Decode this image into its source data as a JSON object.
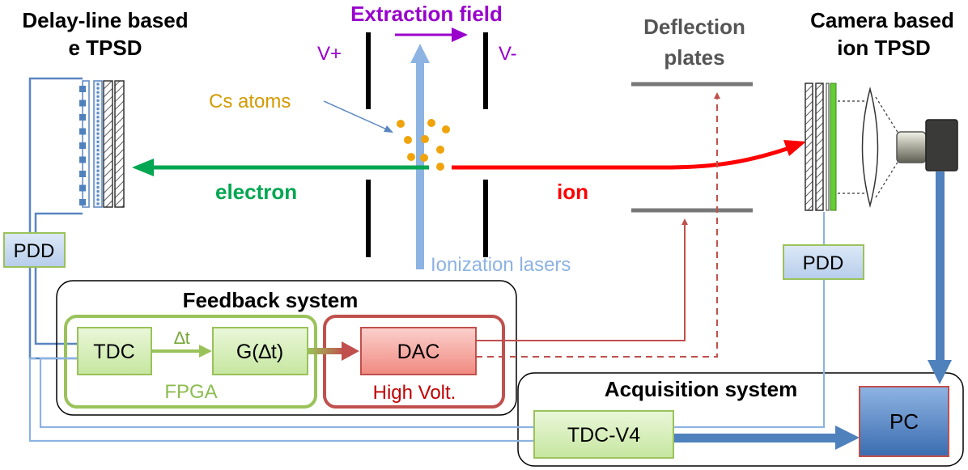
{
  "titles": {
    "electron_detector_line1": "Delay-line based",
    "electron_detector_line2": "e TPSD",
    "extraction_field": "Extraction field",
    "deflection_line1": "Deflection",
    "deflection_line2": "plates",
    "ion_detector_line1": "Camera based",
    "ion_detector_line2": "ion TPSD"
  },
  "labels": {
    "v_plus": "V+",
    "v_minus": "V-",
    "cs_atoms": "Cs atoms",
    "electron": "electron",
    "ion": "ion",
    "ionization_lasers": "Ionization lasers",
    "pdd_left": "PDD",
    "pdd_right": "PDD"
  },
  "feedback": {
    "title": "Feedback system",
    "tdc": "TDC",
    "delta_t": "∆t",
    "g": "G(∆t)",
    "fpga": "FPGA",
    "dac": "DAC",
    "high_volt": "High Volt."
  },
  "acquisition": {
    "title": "Acquisition system",
    "tdc_v4": "TDC-V4",
    "pc": "PC"
  },
  "colors": {
    "electron": "#00a651",
    "ion": "#ff0000",
    "extraction": "#9900cc",
    "laser": "#8db3e2",
    "cs_atoms": "#f0a30a",
    "green_box_fill": "#d8f0b8",
    "green_border": "#8cbc50",
    "red_box_fill": "#f8a8a0",
    "red_border": "#c0504d",
    "blue_box_fill": "#c6d9f1",
    "pc_fill": "#4f81bd",
    "wire_blue": "#7aa3d4",
    "wire_red": "#c0504d"
  }
}
